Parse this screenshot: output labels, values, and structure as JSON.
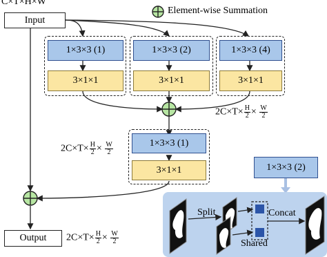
{
  "top_shape_label": "C×T×H×W",
  "legend": {
    "symbol": "⊕",
    "text": "Element-wise Summation"
  },
  "input_label": "Input",
  "output_label": "Output",
  "branches": [
    {
      "conv_spatial": "1×3×3 (1)",
      "conv_temporal": "3×1×1"
    },
    {
      "conv_spatial": "1×3×3 (2)",
      "conv_temporal": "3×1×1"
    },
    {
      "conv_spatial": "1×3×3 (4)",
      "conv_temporal": "3×1×1"
    }
  ],
  "middle_block": {
    "conv_spatial": "1×3×3 (1)",
    "conv_temporal": "3×1×1"
  },
  "shape_label": {
    "prefix": "2C×T×",
    "h_num": "H",
    "h_den": "2",
    "times": "×",
    "w_num": "W",
    "w_den": "2"
  },
  "detail": {
    "header": "1×3×3 (2)",
    "split": "Split",
    "concat": "Concat",
    "shared": "Shared"
  }
}
